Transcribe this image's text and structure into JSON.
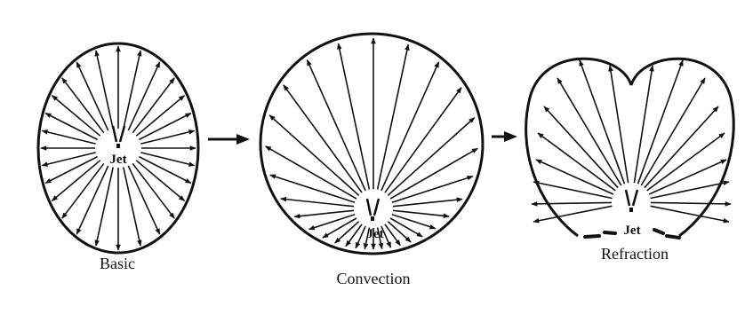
{
  "panels": [
    {
      "id": "basic",
      "jet_label": "Jet",
      "caption": "Basic"
    },
    {
      "id": "convection",
      "jet_label": "Jet",
      "caption": "Convection"
    },
    {
      "id": "refraction",
      "jet_label": "Jet",
      "caption": "Refraction"
    }
  ],
  "colors": {
    "ink": "#111111",
    "background": "#ffffff"
  }
}
